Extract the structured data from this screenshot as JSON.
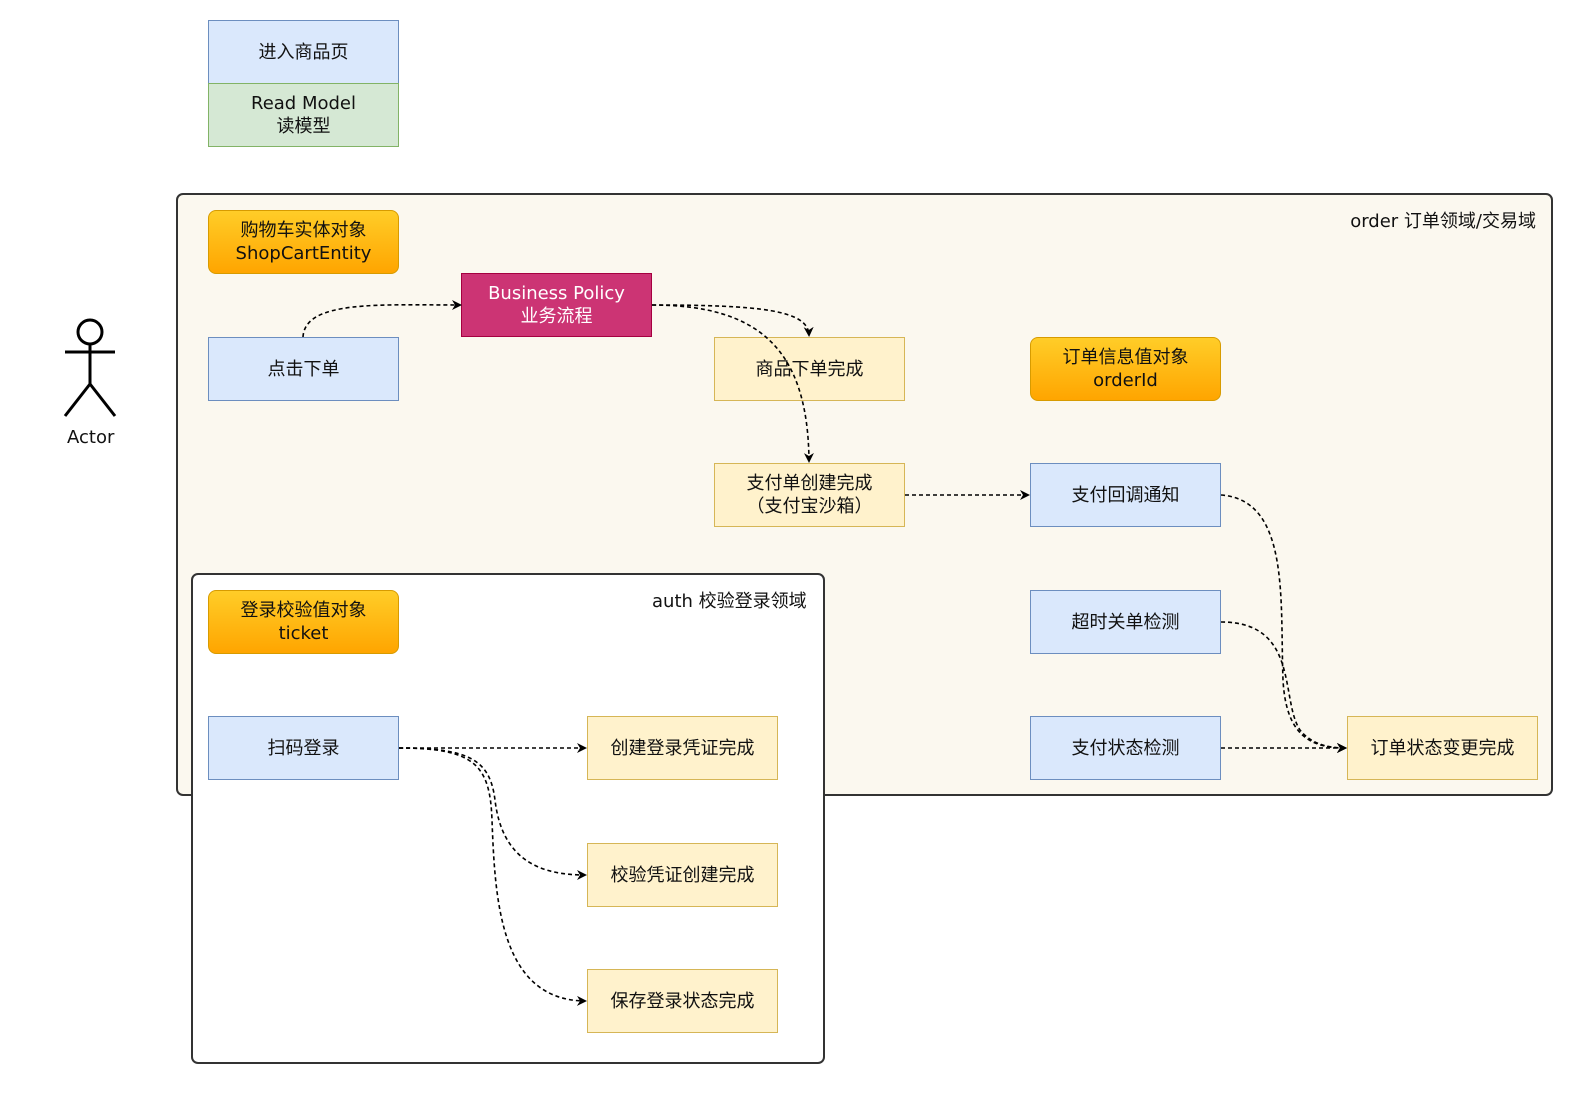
{
  "read_model": {
    "title": "进入商品页",
    "label_line1": "Read Model",
    "label_line2": "读模型"
  },
  "actor": {
    "label": "Actor"
  },
  "order_domain": {
    "title": "order 订单领域/交易域",
    "entity": {
      "line1": "购物车实体对象",
      "line2": "ShopCartEntity"
    },
    "command_place_order": "点击下单",
    "policy": {
      "line1": "Business Policy",
      "line2": "业务流程"
    },
    "event_order_placed": "商品下单完成",
    "value_object": {
      "line1": "订单信息值对象",
      "line2": "orderId"
    },
    "event_payment_created": {
      "line1": "支付单创建完成",
      "line2": "（支付宝沙箱）"
    },
    "command_payment_callback": "支付回调通知",
    "command_timeout_close": "超时关单检测",
    "command_payment_status": "支付状态检测",
    "event_order_status_changed": "订单状态变更完成"
  },
  "auth_domain": {
    "title": "auth 校验登录领域",
    "value_object": {
      "line1": "登录校验值对象",
      "line2": "ticket"
    },
    "command_scan_login": "扫码登录",
    "event_credential_created": "创建登录凭证完成",
    "event_credential_verified": "校验凭证创建完成",
    "event_login_saved": "保存登录状态完成"
  },
  "colors": {
    "command_fill": "#dae8fc",
    "read_model_fill": "#d5e8d4",
    "event_fill": "#fff2cc",
    "object_fill": "#ffb814",
    "policy_fill": "#cc3474",
    "order_domain_fill": "#fbf8ef"
  }
}
